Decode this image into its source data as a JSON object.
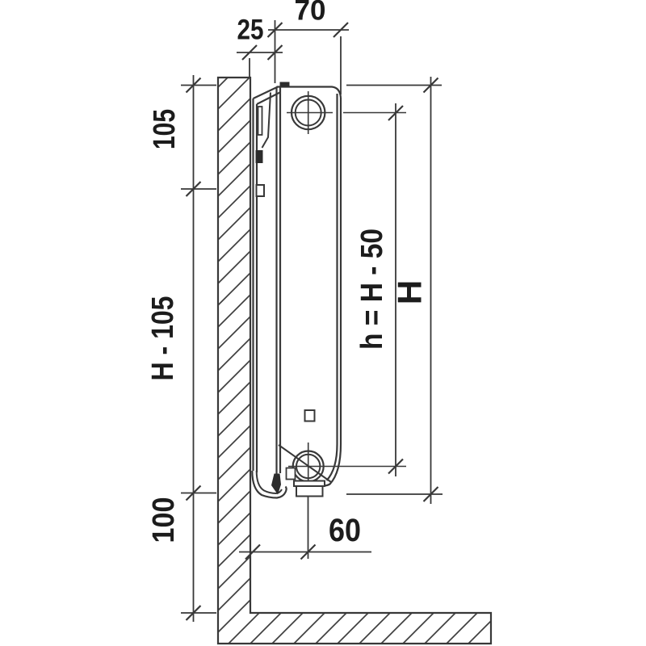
{
  "diagram": {
    "title": "radiator-wall-mounting-dimensions",
    "labels": {
      "depth_total": "70",
      "wall_gap": "25",
      "top_offset": "105",
      "middle_height": "H - 105",
      "bottom_clearance": "100",
      "pipe_spacing": "h = H - 50",
      "total_height": "H",
      "bottom_pipe_offset": "60"
    },
    "colors": {
      "line": "#383838",
      "text": "#1c1c1c",
      "background": "#ffffff"
    }
  }
}
